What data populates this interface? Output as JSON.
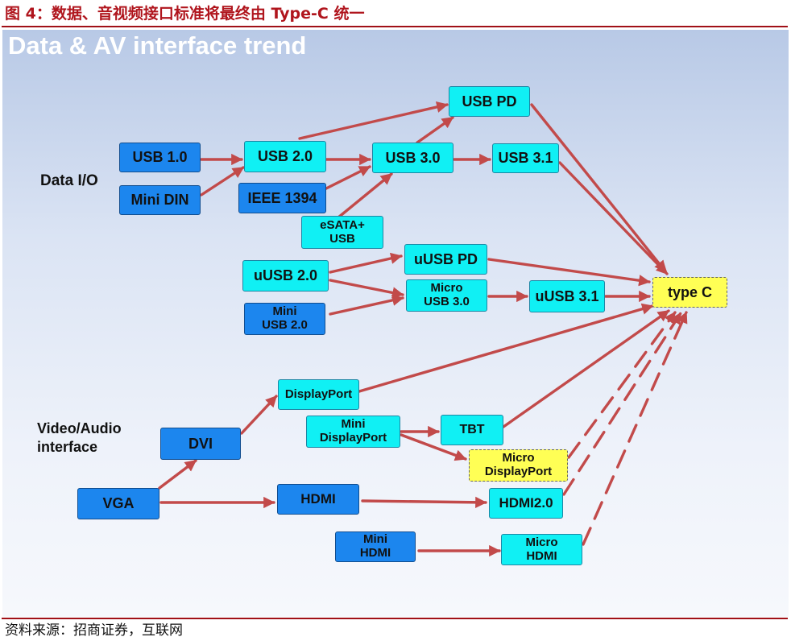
{
  "caption": "图 4：数据、音视频接口标准将最终由 Type-C 统一",
  "diagram_title": "Data & AV interface trend",
  "source": "资料来源：招商证券，互联网",
  "group_labels": {
    "data_io": "Data I/O",
    "video_audio": [
      "Video/Audio",
      "interface"
    ]
  },
  "nodes": {
    "usb10": "USB 1.0",
    "minidin": "Mini DIN",
    "usb20": "USB 2.0",
    "ieee": "IEEE 1394",
    "usb30": "USB 3.0",
    "esata": [
      "eSATA+",
      "USB"
    ],
    "usbpd": "USB PD",
    "usb31": "USB 3.1",
    "uusb20": "uUSB 2.0",
    "miniusb": [
      "Mini",
      "USB 2.0"
    ],
    "uusbpd": "uUSB PD",
    "microusb30": [
      "Micro",
      "USB 3.0"
    ],
    "uusb31": "uUSB 3.1",
    "typec": "type C",
    "dp": "DisplayPort",
    "minidp": [
      "Mini",
      "DisplayPort"
    ],
    "dvi": "DVI",
    "tbt": "TBT",
    "microdp": [
      "Micro",
      "DisplayPort"
    ],
    "vga": "VGA",
    "hdmi": "HDMI",
    "hdmi2": "HDMI2.0",
    "minihdmi": [
      "Mini",
      "HDMI"
    ],
    "microhdmi": [
      "Micro",
      "HDMI"
    ]
  },
  "colors": {
    "arrow": "#c24a4a",
    "legacy_node": "#1c86ee",
    "current_node": "#10f0f4",
    "target_node": "#ffff55",
    "caption": "#b0151d"
  }
}
